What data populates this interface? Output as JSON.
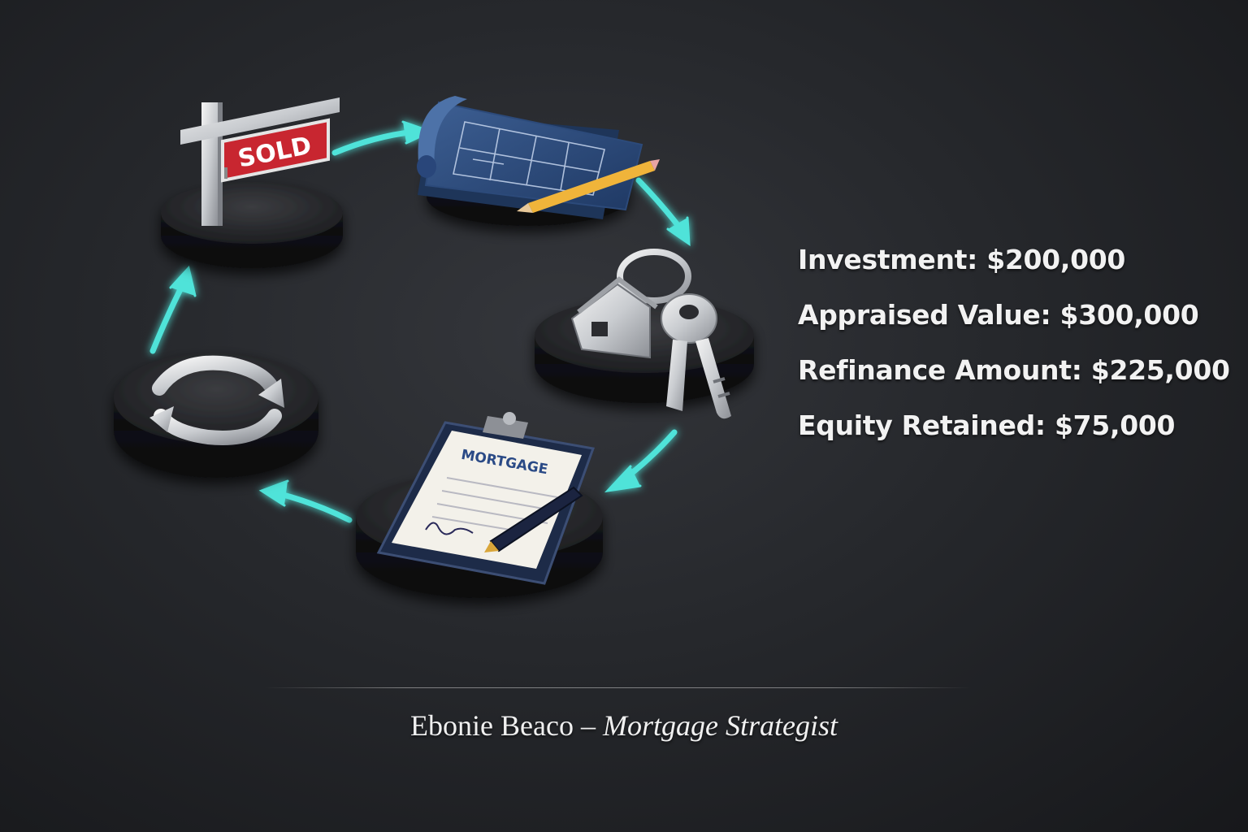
{
  "cycle": {
    "steps": [
      {
        "name": "sold-sign",
        "label": "SOLD"
      },
      {
        "name": "blueprint-renovation"
      },
      {
        "name": "house-keys-rental"
      },
      {
        "name": "mortgage-refinance",
        "label": "MORTGAGE"
      },
      {
        "name": "repeat-cycle"
      }
    ],
    "arrow_color": "#4fe3d9"
  },
  "metrics": [
    {
      "label": "Investment: $200,000"
    },
    {
      "label": "Appraised Value: $300,000"
    },
    {
      "label": "Refinance Amount: $225,000"
    },
    {
      "label": "Equity Retained: $75,000"
    }
  ],
  "footer": {
    "name": "Ebonie Beaco",
    "separator": "–",
    "role": "Mortgage Strategist"
  }
}
